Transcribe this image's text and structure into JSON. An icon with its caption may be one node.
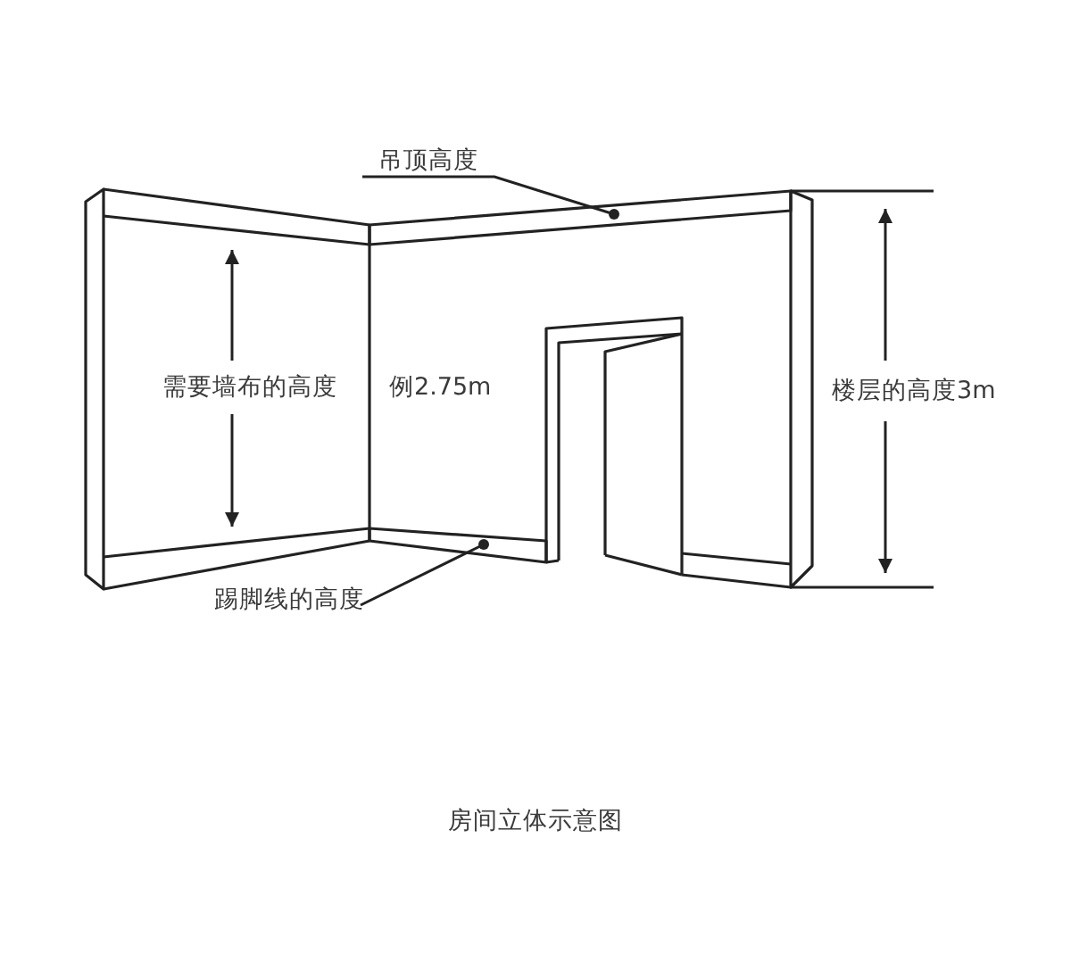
{
  "diagram": {
    "caption": "房间立体示意图",
    "nodes": [
      {
        "text": [
          "吊顶高度"
        ]
      },
      {
        "text": [],
        "shape": "bar"
      },
      {
        "text": [
          "踢脚线的高度"
        ]
      },
      {
        "text": [],
        "shape": "bar"
      }
    ],
    "edges": [
      {
        "from": 0,
        "to": 1,
        "arrow": "other"
      },
      {
        "from": 2,
        "to": 3,
        "arrow": "other"
      }
    ],
    "labels": [
      "需要墙布的高度",
      "例2.75m",
      "楼层的高度3m"
    ]
  }
}
